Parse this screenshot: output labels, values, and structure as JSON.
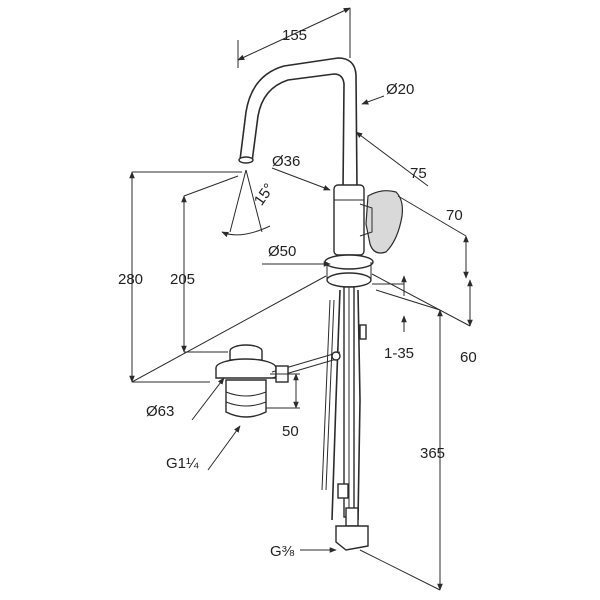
{
  "labels": {
    "width_155": "155",
    "dia_20": "Ø20",
    "dia_36": "Ø36",
    "angle_15": "15°",
    "dim_75": "75",
    "dim_70": "70",
    "dia_50": "Ø50",
    "height_280": "280",
    "height_205": "205",
    "range_1_35": "1-35",
    "dim_60": "60",
    "dia_63": "Ø63",
    "dim_50": "50",
    "thread_g114": "G1¼",
    "height_365": "365",
    "thread_g38": "G⅜"
  }
}
